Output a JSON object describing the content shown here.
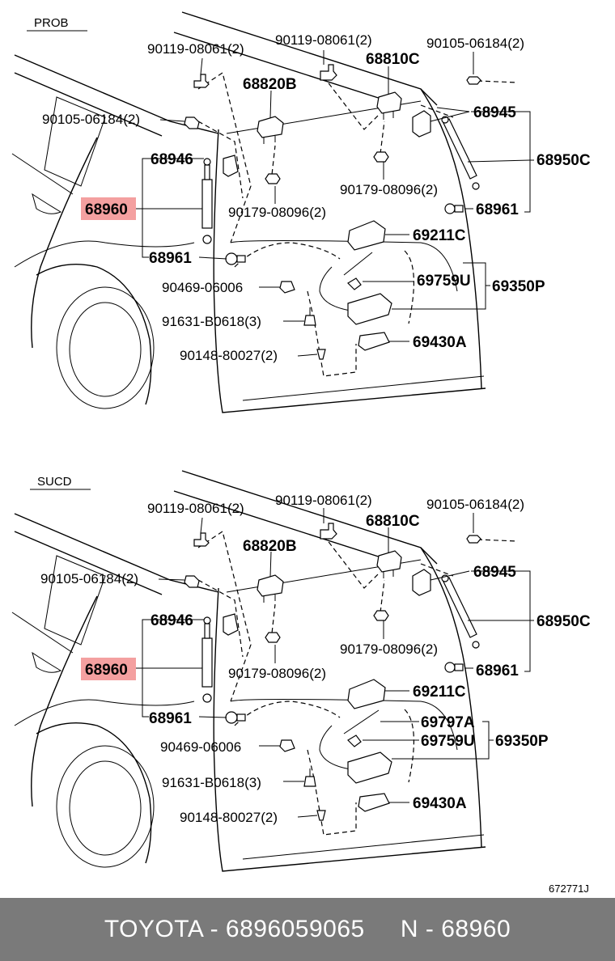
{
  "sections": [
    {
      "name": "PROB",
      "parts": {
        "bolt_a": "90119-08061(2)",
        "bolt_b": "90119-08061(2)",
        "screw_a": "90105-06184(2)",
        "screw_b": "90105-06184(2)",
        "hinge_c": "68810C",
        "hinge_b": "68820B",
        "bracket_45": "68945",
        "bracket_46": "68946",
        "stay_assy": "68950C",
        "stay": "68960",
        "ball_a": "68961",
        "ball_b": "68961",
        "nut_a": "90179-08096(2)",
        "nut_b": "90179-08096(2)",
        "lock": "69211C",
        "rod": "69759U",
        "lock_assy": "69350P",
        "clip": "90469-06006",
        "screw_c": "91631-B0618(3)",
        "handle": "69430A",
        "screw_d": "90148-80027(2)"
      }
    },
    {
      "name": "SUCD",
      "parts": {
        "bolt_a": "90119-08061(2)",
        "bolt_b": "90119-08061(2)",
        "screw_a": "90105-06184(2)",
        "screw_b": "90105-06184(2)",
        "hinge_c": "68810C",
        "hinge_b": "68820B",
        "bracket_45": "68945",
        "bracket_46": "68946",
        "stay_assy": "68950C",
        "stay": "68960",
        "ball_a": "68961",
        "ball_b": "68961",
        "nut_a": "90179-08096(2)",
        "nut_b": "90179-08096(2)",
        "lock": "69211C",
        "rod_a": "69797A",
        "rod": "69759U",
        "lock_assy": "69350P",
        "clip": "90469-06006",
        "screw_c": "91631-B0618(3)",
        "handle": "69430A",
        "screw_d": "90148-80027(2)"
      }
    }
  ],
  "diagram_code": "672771J",
  "footer": {
    "text": "TOYOTA - 6896059065     N - 68960"
  },
  "colors": {
    "highlight": "#f4a0a0",
    "footer_bg": "#7a7a7a",
    "footer_text": "#ffffff"
  }
}
